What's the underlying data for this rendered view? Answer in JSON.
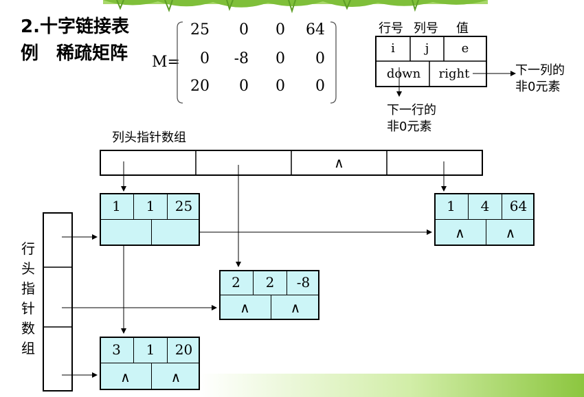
{
  "title": {
    "line1": "2.十字链接表",
    "line2": "例　稀疏矩阵"
  },
  "matrix": {
    "label": "M=",
    "rows": [
      [
        "25",
        "0",
        "0",
        "64"
      ],
      [
        "0",
        "-8",
        "0",
        "0"
      ],
      [
        "20",
        "0",
        "0",
        "0"
      ]
    ]
  },
  "legend": {
    "header_row": "行号",
    "header_col": "列号",
    "header_val": "值",
    "cell_i": "i",
    "cell_j": "j",
    "cell_e": "e",
    "cell_down": "down",
    "cell_right": "right",
    "right_note_1": "下一列的",
    "right_note_2": "非0元素",
    "down_note_1": "下一行的",
    "down_note_2": "非0元素"
  },
  "col_head": {
    "label": "列头指针数组",
    "cells": [
      "",
      "",
      "∧",
      ""
    ]
  },
  "row_head": {
    "label_chars": [
      "行",
      "头",
      "指",
      "针",
      "数",
      "组"
    ]
  },
  "nodes": [
    {
      "id": "n11",
      "i": "1",
      "j": "1",
      "e": "25",
      "down": "",
      "right": ""
    },
    {
      "id": "n14",
      "i": "1",
      "j": "4",
      "e": "64",
      "down": "∧",
      "right": "∧"
    },
    {
      "id": "n22",
      "i": "2",
      "j": "2",
      "e": "-8",
      "down": "∧",
      "right": "∧"
    },
    {
      "id": "n31",
      "i": "3",
      "j": "1",
      "e": "20",
      "down": "∧",
      "right": "∧"
    }
  ],
  "colors": {
    "node_fill": "#ccf5f7",
    "border": "#000000",
    "accent_green": "#8cc63f"
  }
}
